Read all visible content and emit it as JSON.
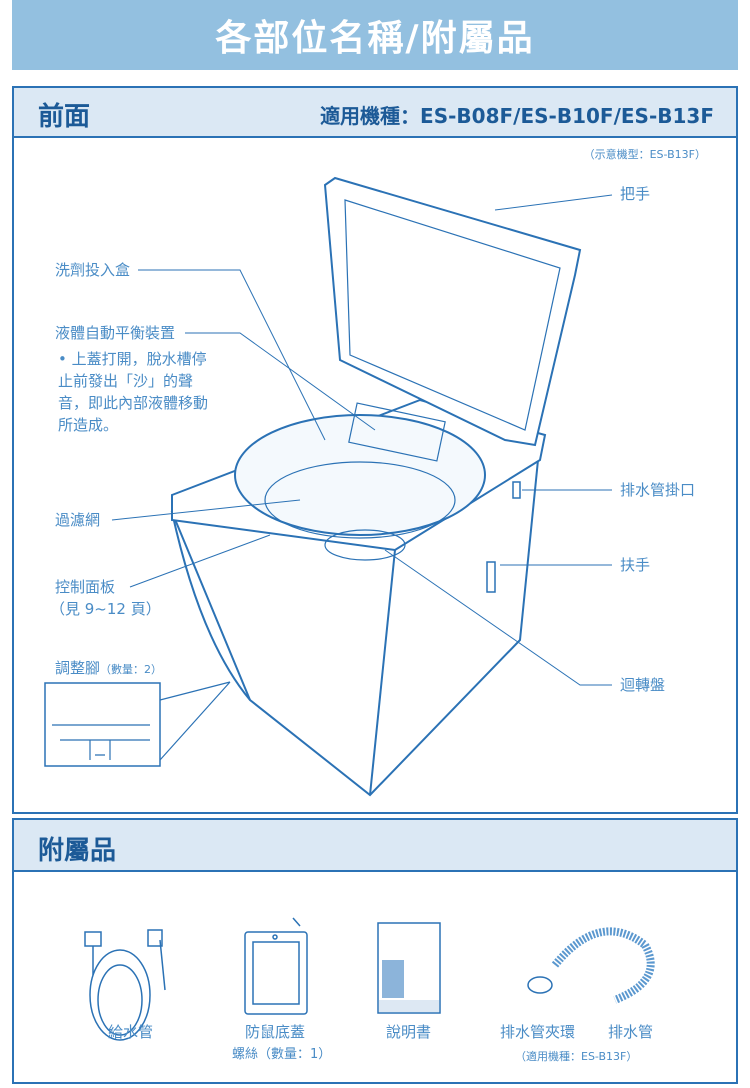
{
  "banner_title": "各部位名稱/附屬品",
  "front": {
    "title": "前面",
    "models": "適用機種：ES-B08F/ES-B10F/ES-B13F",
    "illustration_model": "（示意機型：ES-B13F）",
    "labels": {
      "handle": "把手",
      "detergent_box": "洗劑投入盒",
      "balancer": "液體自動平衡裝置",
      "balancer_note": "• 上蓋打開，脫水槽停止前發出「沙」的聲音，即此內部液體移動所造成。",
      "filter": "過濾網",
      "control_panel": "控制面板",
      "control_panel_ref": "（見 9~12 頁）",
      "feet": "調整腳",
      "feet_qty": "（數量：2）",
      "drain_hook": "排水管掛口",
      "grip": "扶手",
      "pulsator": "迴轉盤"
    }
  },
  "accessories": {
    "title": "附屬品",
    "items": [
      {
        "label": "給水管"
      },
      {
        "label": "防鼠底蓋",
        "sub": "螺絲（數量：1）"
      },
      {
        "label": "說明書"
      },
      {
        "label": "排水管夾環"
      },
      {
        "label": "排水管"
      }
    ],
    "drain_note": "（適用機種：ES-B13F）"
  }
}
